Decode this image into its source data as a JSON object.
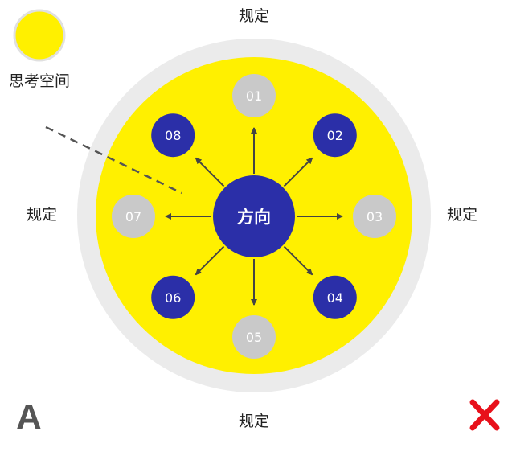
{
  "legend": {
    "label": "思考空间",
    "swatch_color": "#FFF000"
  },
  "boundary_labels": {
    "top": "规定",
    "bottom": "规定",
    "left": "规定",
    "right": "规定"
  },
  "center": {
    "label": "方向",
    "color": "#2B2FA8"
  },
  "nodes": [
    {
      "label": "01",
      "state": "inactive"
    },
    {
      "label": "02",
      "state": "active"
    },
    {
      "label": "03",
      "state": "inactive"
    },
    {
      "label": "04",
      "state": "active"
    },
    {
      "label": "05",
      "state": "inactive"
    },
    {
      "label": "06",
      "state": "active"
    },
    {
      "label": "07",
      "state": "inactive"
    },
    {
      "label": "08",
      "state": "active"
    }
  ],
  "colors": {
    "outer_ring": "#EBEBEB",
    "thinking_space": "#FFF000",
    "active_node": "#2B2FA8",
    "inactive_node": "#C9C9C9",
    "arrow": "#444444",
    "dashed_line": "#555555",
    "cross": "#E8101A"
  },
  "corner_letter": "A",
  "cross_icon": "red-x-icon"
}
